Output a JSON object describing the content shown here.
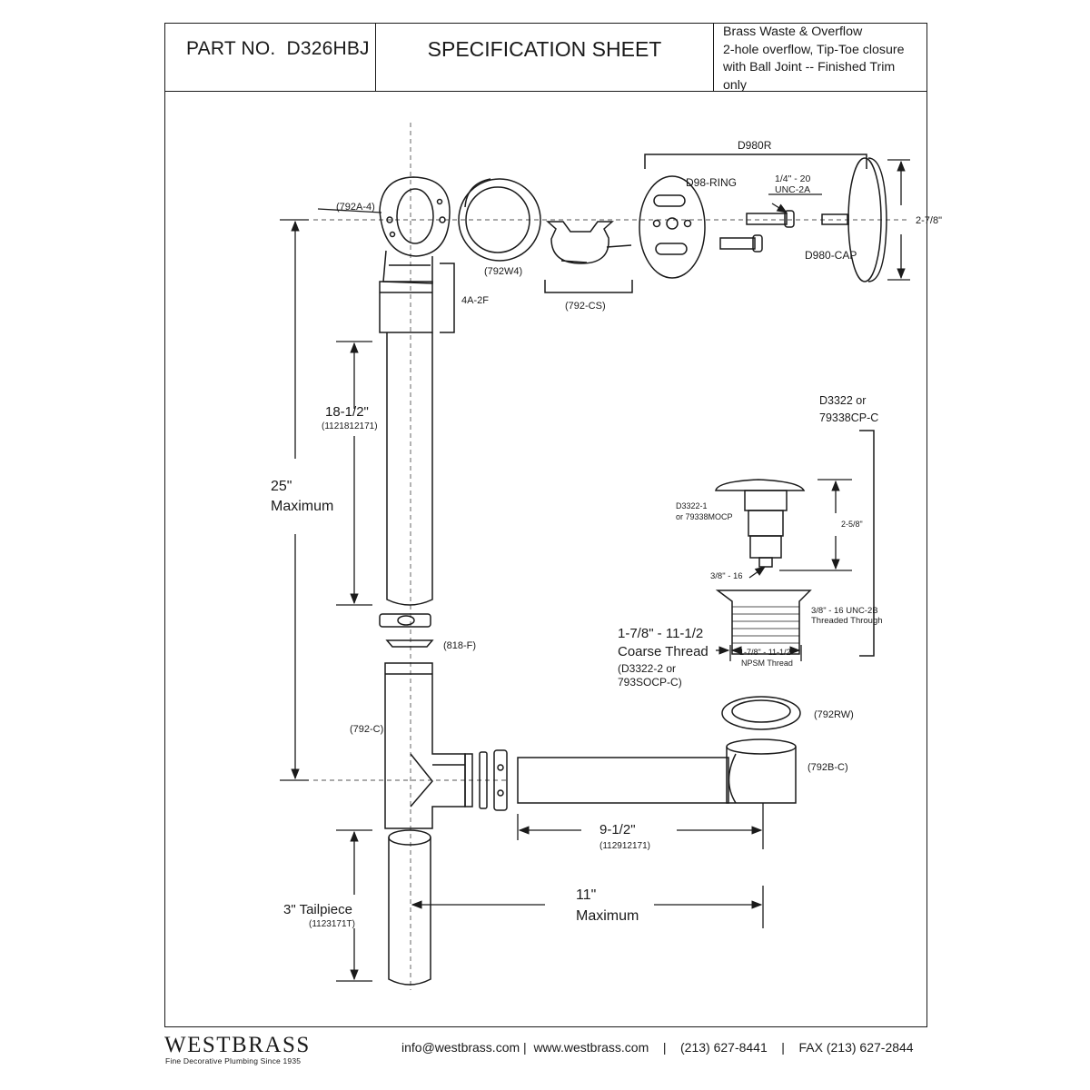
{
  "header": {
    "part_label": "PART NO.",
    "part_number": "D326HBJ",
    "sheet_title": "SPECIFICATION SHEET",
    "description_lines": [
      "Brass Waste & Overflow",
      "2-hole overflow, Tip-Toe closure",
      "with Ball Joint -- Finished Trim",
      "only"
    ]
  },
  "labels": {
    "overflow_elbow": "(792A-4)",
    "washer_792w4": "(792W4)",
    "clip_792cs": "(792-CS)",
    "d980r": "D980R",
    "ring": "D98-RING",
    "screw_size": "1/4\" - 20",
    "screw_thread": "UNC-2A",
    "cap_height": "2-7/8\"",
    "cap": "D980-CAP",
    "coupling_4a2f": "4A-2F",
    "dim_18_value": "18-1/2\"",
    "dim_18_code": "(1121812171)",
    "dim_25_value": "25\"",
    "dim_25_note": "Maximum",
    "nut_818f": "(818-F)",
    "tee_792c": "(792-C)",
    "stopper_group_1": "D3322 or",
    "stopper_group_2": "79338CP-C",
    "stopper_top_1": "D3322-1",
    "stopper_top_2": "or 79338MOCP",
    "stopper_height": "2-5/8\"",
    "stud": "3/8\" - 16",
    "body_thread_1": "3/8\" - 16 UNC-2B",
    "body_thread_2": "Threaded Through",
    "coarse_1": "1-7/8\" - 11-1/2",
    "coarse_2": "Coarse Thread",
    "coarse_3": "(D3322-2 or",
    "coarse_4": "793SOCP-C)",
    "npsm_1": "1-7/8\" - 11-1/2",
    "npsm_2": "NPSM Thread",
    "rubber_washer": "(792RW)",
    "shoe_792bc": "(792B-C)",
    "dim_9_value": "9-1/2\"",
    "dim_9_code": "(112912171)",
    "tail_value": "3\" Tailpiece",
    "tail_code": "(1123171T)",
    "dim_11_value": "11\"",
    "dim_11_note": "Maximum"
  },
  "footer": {
    "brand": "WESTBRASS",
    "tagline": "Fine Decorative Plumbing Since 1935",
    "contact": "info@westbrass.com |  www.westbrass.com    |    (213) 627-8441    |    FAX (213) 627-2844"
  }
}
